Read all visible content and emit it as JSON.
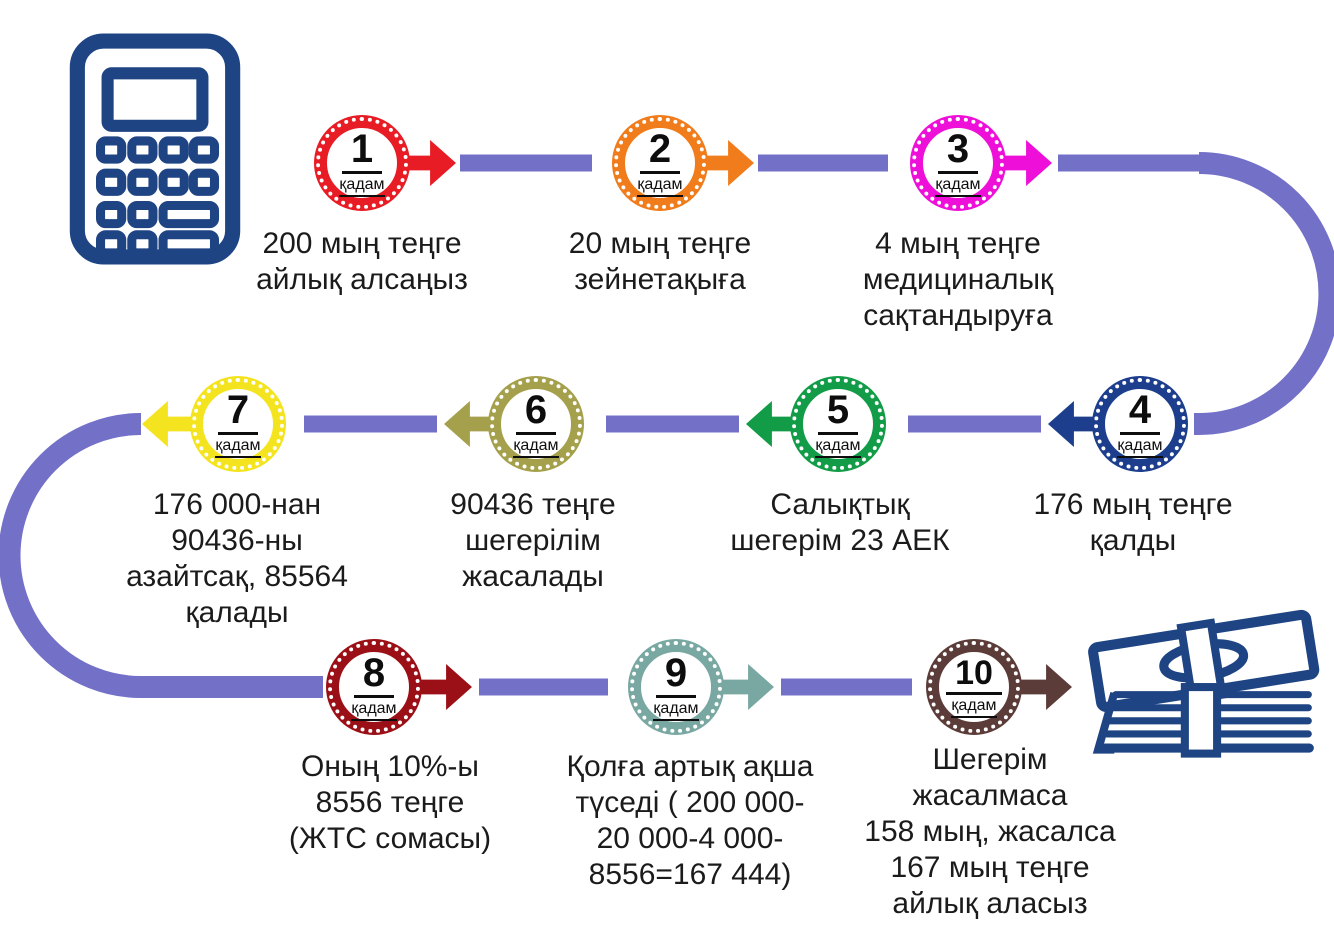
{
  "connector_color": "#7370c8",
  "icon_color": "#1e4484",
  "text_color": "#1b1b1b",
  "icons": {
    "start": "calculator-icon",
    "end": "money-stack-icon"
  },
  "steps": [
    {
      "number": "1",
      "step_word": "қадам",
      "color": "#e81c25",
      "direction": "right",
      "caption": "200 мың теңге\nайлық алсаңыз"
    },
    {
      "number": "2",
      "step_word": "қадам",
      "color": "#f07c1b",
      "direction": "right",
      "caption": "20 мың теңге\nзейнетақыға"
    },
    {
      "number": "3",
      "step_word": "қадам",
      "color": "#ee10d8",
      "direction": "right",
      "caption": "4 мың теңге\nмедициналық\nсақтандыруға"
    },
    {
      "number": "4",
      "step_word": "қадам",
      "color": "#1c3e8d",
      "direction": "left",
      "caption": "176 мың теңге\nқалды"
    },
    {
      "number": "5",
      "step_word": "қадам",
      "color": "#129c48",
      "direction": "left",
      "caption": "Салықтық\nшегерім 23 АЕК"
    },
    {
      "number": "6",
      "step_word": "қадам",
      "color": "#a5a04b",
      "direction": "left",
      "caption": "90436 теңге\nшегерілім\nжасалады"
    },
    {
      "number": "7",
      "step_word": "қадам",
      "color": "#f4e41f",
      "direction": "left",
      "caption": "176 000-нан\n90436-ны\nазайтсақ, 85564\nқалады"
    },
    {
      "number": "8",
      "step_word": "қадам",
      "color": "#9b1016",
      "direction": "right",
      "caption": "Оның 10%-ы\n8556 теңге\n(ЖТС сомасы)"
    },
    {
      "number": "9",
      "step_word": "қадам",
      "color": "#79a8a2",
      "direction": "right",
      "caption": "Қолға артық ақша\nтүседі ( 200 000-\n20 000-4 000-\n8556=167 444)"
    },
    {
      "number": "10",
      "step_word": "қадам",
      "color": "#5c3c38",
      "direction": "right",
      "caption": "Шегерім\nжасалмаса\n158 мың, жасалса\n167 мың теңге\nайлық аласыз"
    }
  ]
}
